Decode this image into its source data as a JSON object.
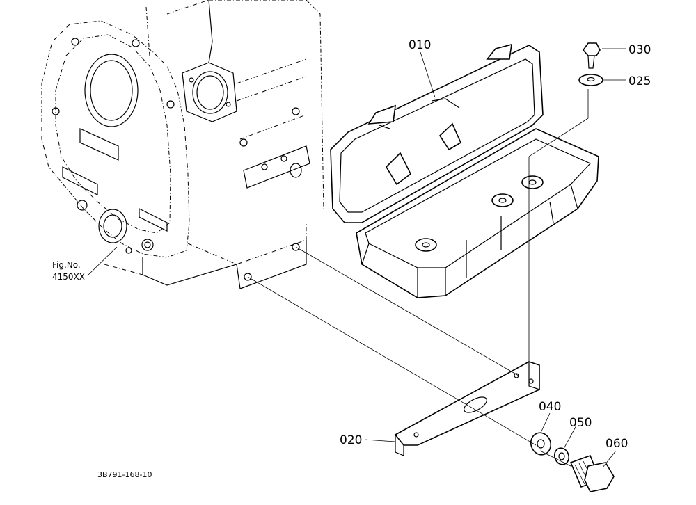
{
  "callouts": [
    {
      "id": "010",
      "label": "010"
    },
    {
      "id": "020",
      "label": "020"
    },
    {
      "id": "025",
      "label": "025"
    },
    {
      "id": "030",
      "label": "030"
    },
    {
      "id": "040",
      "label": "040"
    },
    {
      "id": "050",
      "label": "050"
    },
    {
      "id": "060",
      "label": "060"
    }
  ],
  "figure_reference": {
    "line1": "Fig.No.",
    "line2": "4150XX"
  },
  "drawing_number": "3B791-168-10"
}
